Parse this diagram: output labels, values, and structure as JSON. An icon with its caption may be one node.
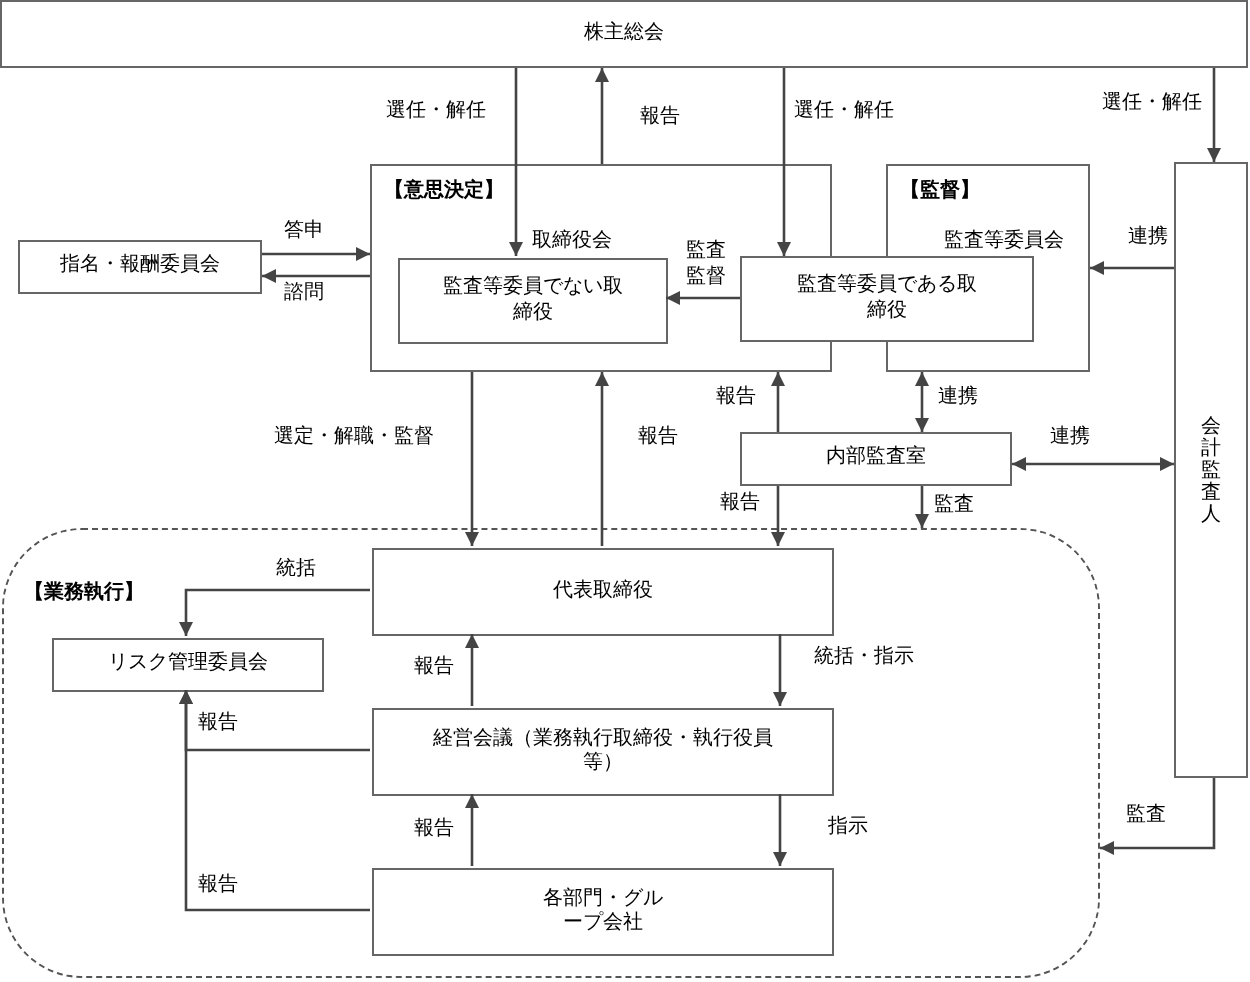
{
  "diagram": {
    "nodes": [
      {
        "text": [
          "株主総会"
        ]
      },
      {
        "text": [
          "【意思決定】",
          "取締役会"
        ]
      },
      {
        "text": [
          "【監督】",
          "監査等委員会"
        ]
      },
      {
        "text": [
          "監査等委員でない取締役"
        ],
        "in": 1
      },
      {
        "text": [
          "監査等委員である取締役"
        ]
      },
      {
        "text": [
          "指名・報酬委員会"
        ]
      },
      {
        "text": [
          "会計監査人"
        ]
      },
      {
        "text": [
          "内部監査室"
        ]
      },
      {
        "text": [
          "【業務執行】"
        ]
      },
      {
        "text": [
          "代表取締役"
        ],
        "in": 8
      },
      {
        "text": [
          "リスク管理委員会"
        ],
        "in": 8
      },
      {
        "text": [
          "経営会議（業務執行取締役・執行役員等）"
        ],
        "in": 8
      },
      {
        "text": [
          "各部門・グループ会社"
        ],
        "in": 8
      }
    ],
    "edges": [
      {
        "from": 0,
        "to": 3,
        "arrow": "to",
        "label": "選任・解任"
      },
      {
        "from": 1,
        "to": 0,
        "arrow": "to",
        "label": "報告"
      },
      {
        "from": 0,
        "to": 4,
        "arrow": "to",
        "label": "選任・解任"
      },
      {
        "from": 0,
        "to": 6,
        "arrow": "to",
        "label": "選任・解任"
      },
      {
        "from": 5,
        "to": 1,
        "arrow": "to",
        "label": "答申"
      },
      {
        "from": 1,
        "to": 5,
        "arrow": "to",
        "label": "諮問"
      },
      {
        "from": 4,
        "to": 3,
        "arrow": "to",
        "label": "監査監督"
      },
      {
        "from": 6,
        "to": 2,
        "arrow": "to",
        "label": "連携"
      },
      {
        "from": 2,
        "to": 7,
        "arrow": "both",
        "label": "連携"
      },
      {
        "from": 7,
        "to": 6,
        "arrow": "both",
        "label": "連携"
      },
      {
        "from": 7,
        "to": 1,
        "arrow": "to",
        "label": "報告"
      },
      {
        "from": 1,
        "to": 9,
        "arrow": "to",
        "label": "選定・解職・監督"
      },
      {
        "from": 9,
        "to": 1,
        "arrow": "to",
        "label": "報告"
      },
      {
        "from": 7,
        "to": 9,
        "arrow": "to",
        "label": "報告"
      },
      {
        "from": 7,
        "to": 8,
        "arrow": "to",
        "label": "監査"
      },
      {
        "from": 6,
        "to": 8,
        "arrow": "to",
        "label": "監査"
      },
      {
        "from": 9,
        "to": 10,
        "arrow": "to",
        "label": "統括"
      },
      {
        "from": 9,
        "to": 11,
        "arrow": "to",
        "label": "統括・指示"
      },
      {
        "from": 11,
        "to": 9,
        "arrow": "to",
        "label": "報告"
      },
      {
        "from": 11,
        "to": 10,
        "arrow": "to",
        "label": "報告"
      },
      {
        "from": 12,
        "to": 11,
        "arrow": "to",
        "label": "報告"
      },
      {
        "from": 11,
        "to": 12,
        "arrow": "to",
        "label": "指示"
      },
      {
        "from": 12,
        "to": 10,
        "arrow": "to",
        "label": "報告"
      }
    ]
  }
}
